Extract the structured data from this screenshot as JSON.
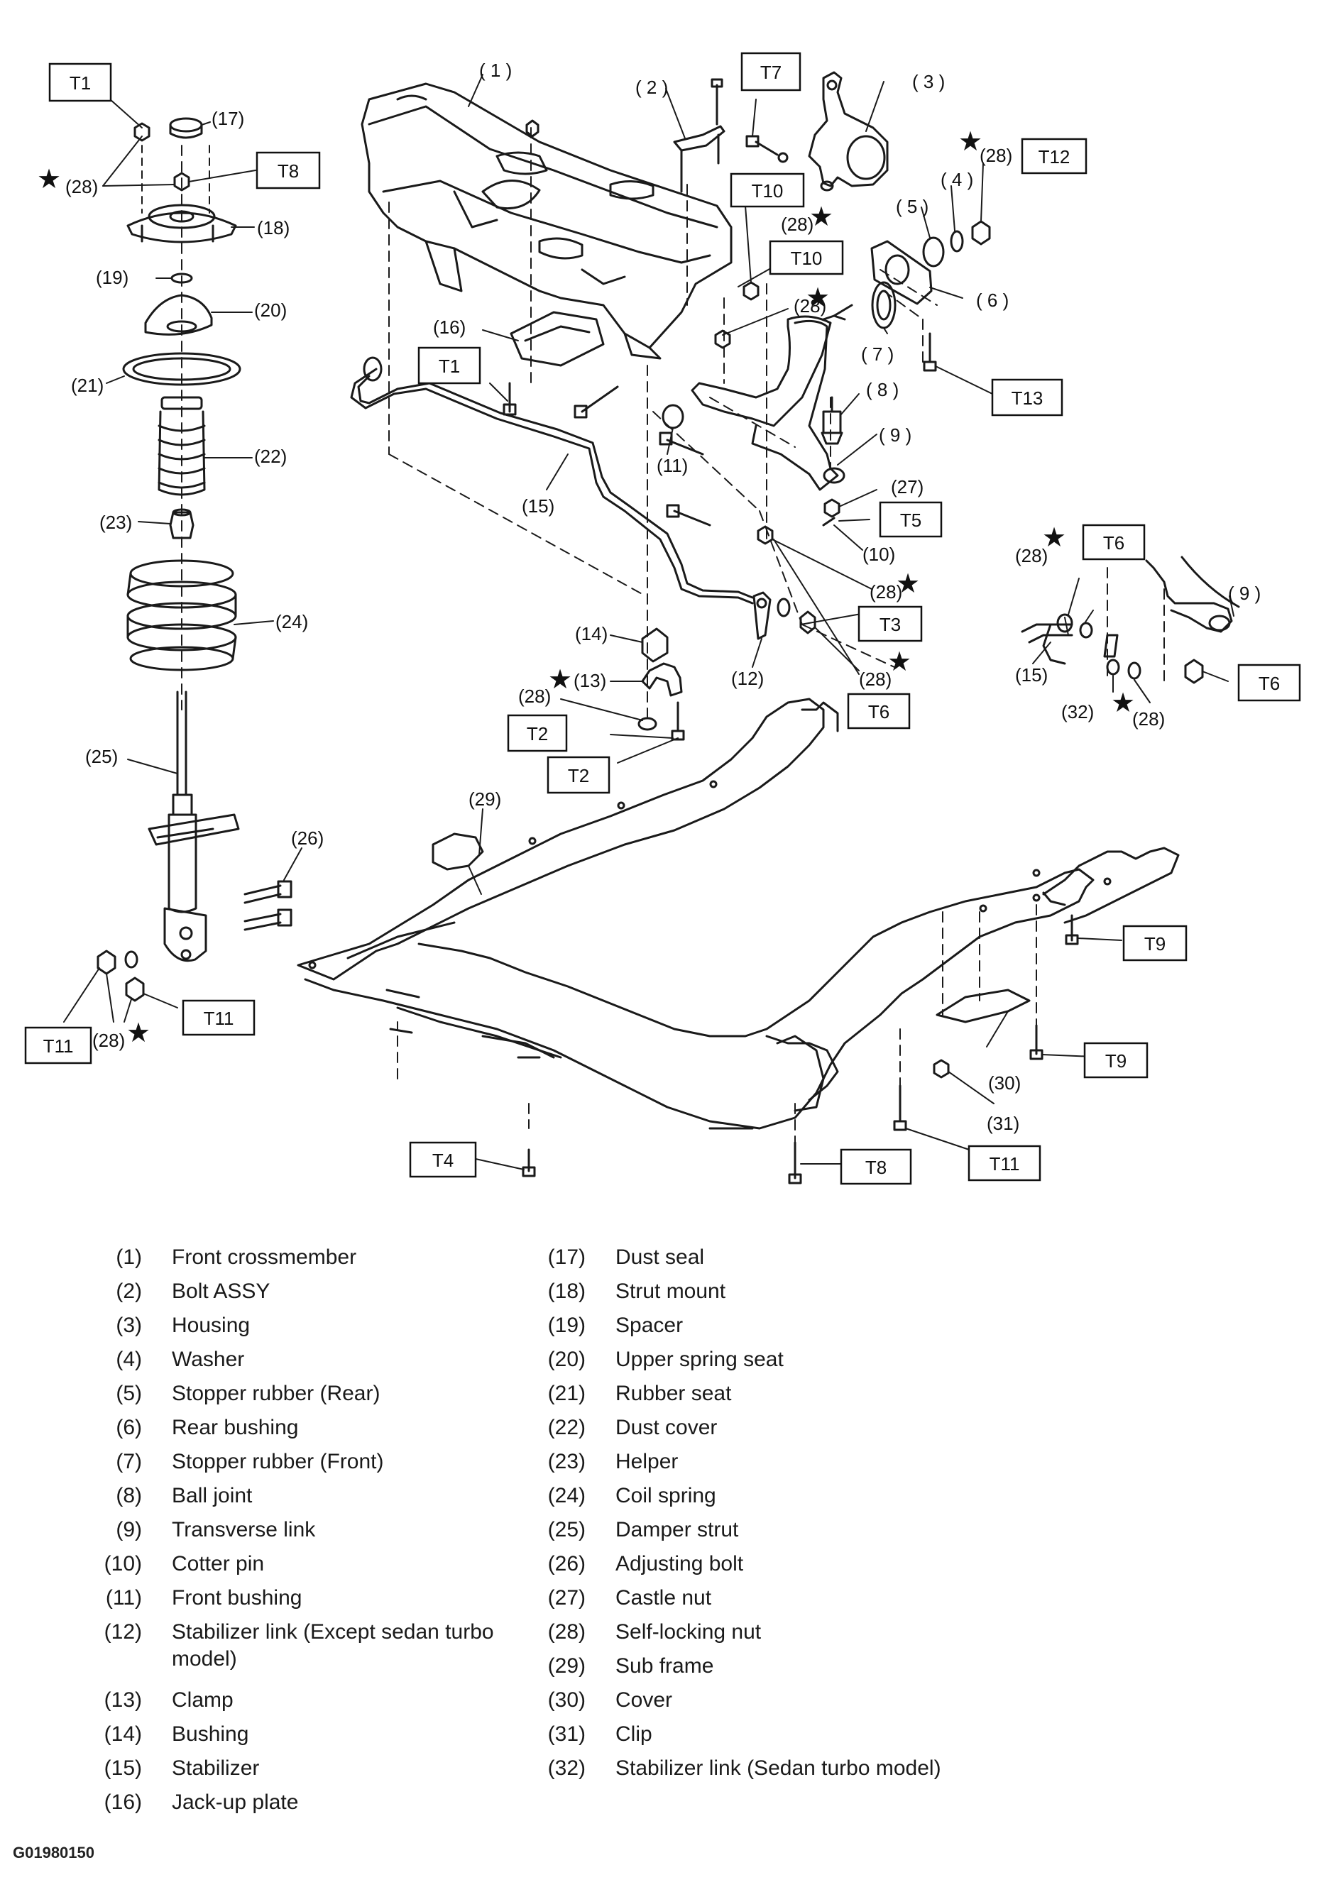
{
  "callouts": {
    "c1": "( 1 )",
    "c2": "( 2 )",
    "c3": "( 3 )",
    "c4": "( 4 )",
    "c5": "( 5 )",
    "c6": "( 6 )",
    "c7": "( 7 )",
    "c8": "( 8 )",
    "c9": "( 9 )",
    "c9b": "( 9 )",
    "c10": "(10)",
    "c11": "(11)",
    "c12": "(12)",
    "c13": "(13)",
    "c14": "(14)",
    "c15": "(15)",
    "c15b": "(15)",
    "c16": "(16)",
    "c17": "(17)",
    "c18": "(18)",
    "c19": "(19)",
    "c20": "(20)",
    "c21": "(21)",
    "c22": "(22)",
    "c23": "(23)",
    "c24": "(24)",
    "c25": "(25)",
    "c26": "(26)",
    "c27": "(27)",
    "c28": "(28)",
    "c29": "(29)",
    "c30": "(30)",
    "c31": "(31)",
    "c32": "(32)"
  },
  "torque_boxes": {
    "t1a": "T1",
    "t1b": "T1",
    "t2a": "T2",
    "t2b": "T2",
    "t3": "T3",
    "t4": "T4",
    "t5": "T5",
    "t6a": "T6",
    "t6b": "T6",
    "t6c": "T6",
    "t7": "T7",
    "t8a": "T8",
    "t8b": "T8",
    "t9a": "T9",
    "t9b": "T9",
    "t10a": "T10",
    "t10b": "T10",
    "t11a": "T11",
    "t11b": "T11",
    "t11c": "T11",
    "t12": "T12",
    "t13": "T13"
  },
  "star_glyph": "★",
  "legend_left": [
    {
      "num": "(1)",
      "name": "Front crossmember"
    },
    {
      "num": "(2)",
      "name": "Bolt ASSY"
    },
    {
      "num": "(3)",
      "name": "Housing"
    },
    {
      "num": "(4)",
      "name": "Washer"
    },
    {
      "num": "(5)",
      "name": "Stopper rubber (Rear)"
    },
    {
      "num": "(6)",
      "name": "Rear bushing"
    },
    {
      "num": "(7)",
      "name": "Stopper rubber (Front)"
    },
    {
      "num": "(8)",
      "name": "Ball joint"
    },
    {
      "num": "(9)",
      "name": "Transverse link"
    },
    {
      "num": "(10)",
      "name": "Cotter pin"
    },
    {
      "num": "(11)",
      "name": "Front bushing"
    },
    {
      "num": "(12)",
      "name": "Stabilizer link (Except sedan turbo model)"
    },
    {
      "num": "(13)",
      "name": "Clamp"
    },
    {
      "num": "(14)",
      "name": "Bushing"
    },
    {
      "num": "(15)",
      "name": "Stabilizer"
    },
    {
      "num": "(16)",
      "name": "Jack-up plate"
    }
  ],
  "legend_right": [
    {
      "num": "(17)",
      "name": "Dust seal"
    },
    {
      "num": "(18)",
      "name": "Strut mount"
    },
    {
      "num": "(19)",
      "name": "Spacer"
    },
    {
      "num": "(20)",
      "name": "Upper spring seat"
    },
    {
      "num": "(21)",
      "name": "Rubber seat"
    },
    {
      "num": "(22)",
      "name": "Dust cover"
    },
    {
      "num": "(23)",
      "name": "Helper"
    },
    {
      "num": "(24)",
      "name": "Coil spring"
    },
    {
      "num": "(25)",
      "name": "Damper strut"
    },
    {
      "num": "(26)",
      "name": "Adjusting bolt"
    },
    {
      "num": "(27)",
      "name": "Castle nut"
    },
    {
      "num": "(28)",
      "name": "Self-locking nut"
    },
    {
      "num": "(29)",
      "name": "Sub frame"
    },
    {
      "num": "(30)",
      "name": "Cover"
    },
    {
      "num": "(31)",
      "name": "Clip"
    },
    {
      "num": "(32)",
      "name": "Stabilizer link (Sedan turbo model)"
    }
  ],
  "figure_code": "G01980150"
}
